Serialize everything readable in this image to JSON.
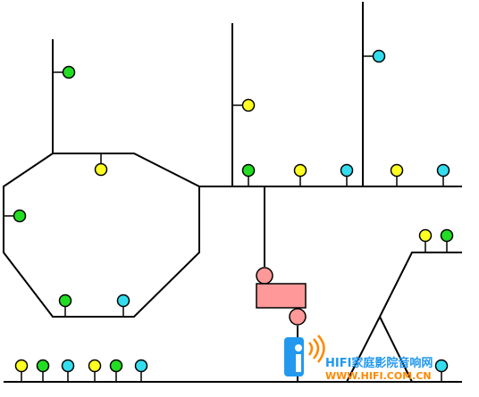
{
  "colors": {
    "background": "#ffffff",
    "line": "#000000",
    "green": "#22dd22",
    "yellow": "#ffff22",
    "cyan": "#33ddee",
    "device": "#ff9999",
    "watermark_blue": "#2299ee",
    "watermark_orange": "#ff8800"
  },
  "nodes": [
    {
      "color": "green"
    },
    {
      "color": "yellow"
    },
    {
      "color": "green"
    },
    {
      "color": "green"
    },
    {
      "color": "cyan"
    },
    {
      "color": "yellow"
    },
    {
      "color": "green"
    },
    {
      "color": "yellow"
    },
    {
      "color": "cyan"
    },
    {
      "color": "yellow"
    },
    {
      "color": "cyan"
    },
    {
      "color": "cyan"
    },
    {
      "color": "yellow"
    },
    {
      "color": "green"
    },
    {
      "color": "yellow"
    },
    {
      "color": "green"
    },
    {
      "color": "cyan"
    },
    {
      "color": "yellow"
    },
    {
      "color": "green"
    },
    {
      "color": "cyan"
    },
    {
      "color": "cyan"
    }
  ],
  "watermark": {
    "brand": "HIFI家庭影院音响网",
    "url": "WWW.HIFI.COM.CN",
    "icon": "hifi-logo-icon"
  }
}
